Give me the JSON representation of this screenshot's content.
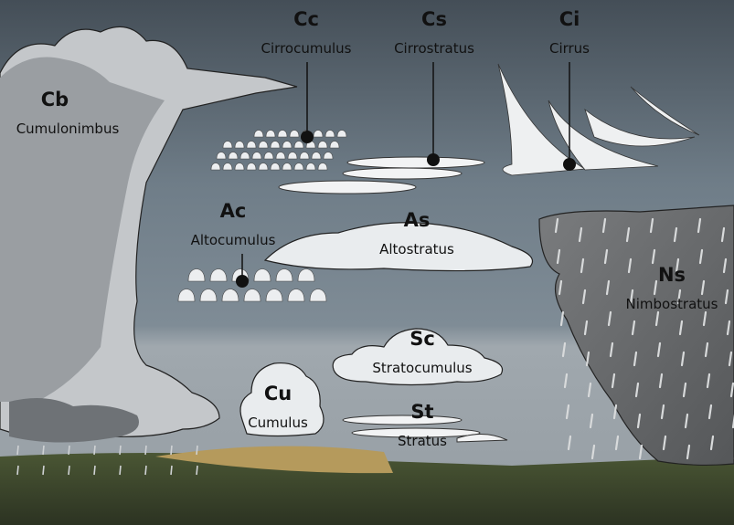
{
  "clouds": [
    {
      "id": "cc",
      "abbr": "Cc",
      "name": "Cirrocumulus"
    },
    {
      "id": "cs",
      "abbr": "Cs",
      "name": "Cirrostratus"
    },
    {
      "id": "ci",
      "abbr": "Ci",
      "name": "Cirrus"
    },
    {
      "id": "cb",
      "abbr": "Cb",
      "name": "Cumulonimbus"
    },
    {
      "id": "ac",
      "abbr": "Ac",
      "name": "Altocumulus"
    },
    {
      "id": "as",
      "abbr": "As",
      "name": "Altostratus"
    },
    {
      "id": "ns",
      "abbr": "Ns",
      "name": "Nimbostratus"
    },
    {
      "id": "sc",
      "abbr": "Sc",
      "name": "Stratocumulus"
    },
    {
      "id": "cu",
      "abbr": "Cu",
      "name": "Cumulus"
    },
    {
      "id": "st",
      "abbr": "St",
      "name": "Stratus"
    }
  ],
  "colors": {
    "sky_top": "#48525b",
    "sky_mid": "#7f8d98",
    "sky_low": "#a2aab0",
    "ground": "#3f4a2c",
    "sand": "#b59a5c",
    "nimbus": "#6a6c6e",
    "cloud": "#eceef0"
  }
}
